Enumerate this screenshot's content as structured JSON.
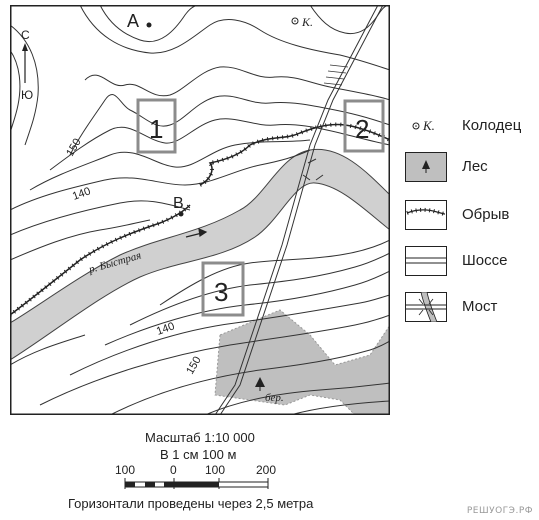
{
  "map": {
    "points": {
      "A": "А",
      "B": "В",
      "K": "К."
    },
    "squares": [
      "1",
      "2",
      "3"
    ],
    "compass": {
      "north": "С",
      "south": "Ю"
    },
    "contours": [
      "150",
      "140",
      "140",
      "150"
    ],
    "river_label": "р. Быстрая",
    "forest_label": "бер."
  },
  "legend": {
    "well": {
      "symbol": "К.",
      "label": "Колодец"
    },
    "forest": {
      "label": "Лес"
    },
    "cliff": {
      "label": "Обрыв"
    },
    "highway": {
      "label": "Шоссе"
    },
    "bridge": {
      "label": "Мост"
    }
  },
  "scale": {
    "title": "Масштаб 1:10 000",
    "subtitle": "В 1 см 100 м",
    "ticks": [
      "100",
      "0",
      "100",
      "200"
    ],
    "contour_note": "Горизонтали проведены через 2,5 метра"
  },
  "watermark": "РЕШУОГЭ.РФ",
  "colors": {
    "river": "#d0d0d0",
    "forest": "#bfbfbf",
    "squares": "#8c8c8c",
    "lines": "#333333"
  }
}
